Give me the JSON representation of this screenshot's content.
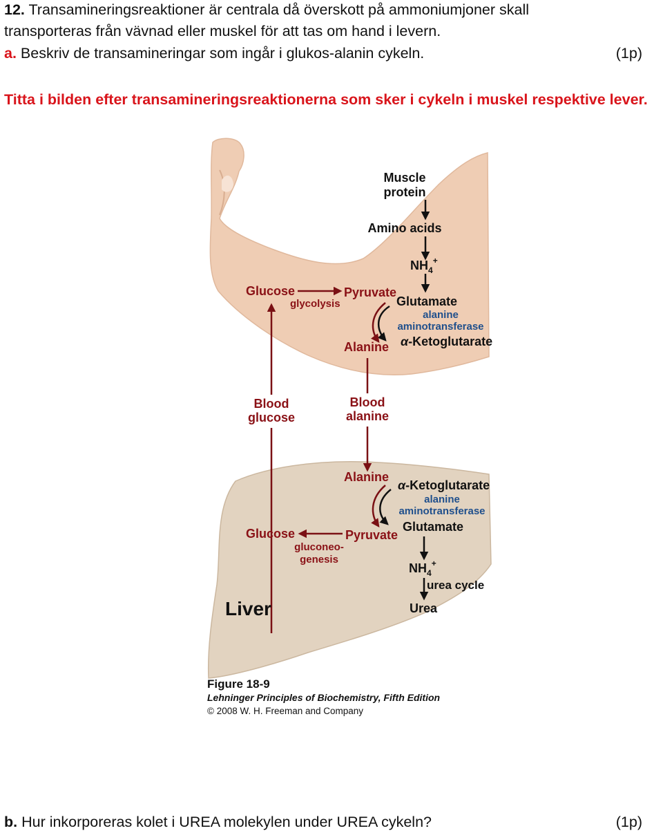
{
  "question": {
    "number": "12.",
    "intro_line1": " Transamineringsreaktioner är centrala då överskott på ammoniumjoner skall",
    "intro_line2": "transporteras från vävnad eller muskel för att tas om hand i levern.",
    "a_label": "a.",
    "a_text": " Beskriv de transamineringar som ingår i glukos-alanin cykeln.",
    "a_points": "(1p)",
    "hint": "Titta i bilden efter transamineringsreaktionerna som sker i cykeln i muskel respektive lever.",
    "b_label": "b.",
    "b_text": " Hur inkorporeras kolet i UREA molekylen under UREA cykeln?",
    "b_points": "(1p)"
  },
  "figure": {
    "muscle": {
      "muscle_protein_1": "Muscle",
      "muscle_protein_2": "protein",
      "amino_acids": "Amino acids",
      "nh4": "NH",
      "nh4_sub": "4",
      "nh4_sup": "+",
      "glucose": "Glucose",
      "glycolysis": "glycolysis",
      "pyruvate": "Pyruvate",
      "glutamate": "Glutamate",
      "enzyme_1": "alanine",
      "enzyme_2": "aminotransferase",
      "alanine": "Alanine",
      "alpha": "α",
      "ketoglutarate": "-Ketoglutarate"
    },
    "blood": {
      "glucose_1": "Blood",
      "glucose_2": "glucose",
      "alanine_1": "Blood",
      "alanine_2": "alanine"
    },
    "liver": {
      "alanine": "Alanine",
      "alpha": "α",
      "ketoglutarate": "-Ketoglutarate",
      "enzyme_1": "alanine",
      "enzyme_2": "aminotransferase",
      "glucose": "Glucose",
      "gluconeo_1": "gluconeo-",
      "gluconeo_2": "genesis",
      "pyruvate": "Pyruvate",
      "glutamate": "Glutamate",
      "nh4": "NH",
      "nh4_sub": "4",
      "nh4_sup": "+",
      "urea_cycle": "urea cycle",
      "urea": "Urea",
      "organ_label": "Liver"
    },
    "caption": {
      "figure_number": "Figure 18-9",
      "book": "Lehninger Principles of Biochemistry, Fifth Edition",
      "copyright": "© 2008 W. H. Freeman and Company"
    }
  },
  "colors": {
    "question_red": "#d9141b",
    "pathway_red": "#8a1116",
    "enzyme_blue": "#1f4f8c",
    "arm_skin": "#efcdb4",
    "liver_tan": "#e2d3c0"
  }
}
